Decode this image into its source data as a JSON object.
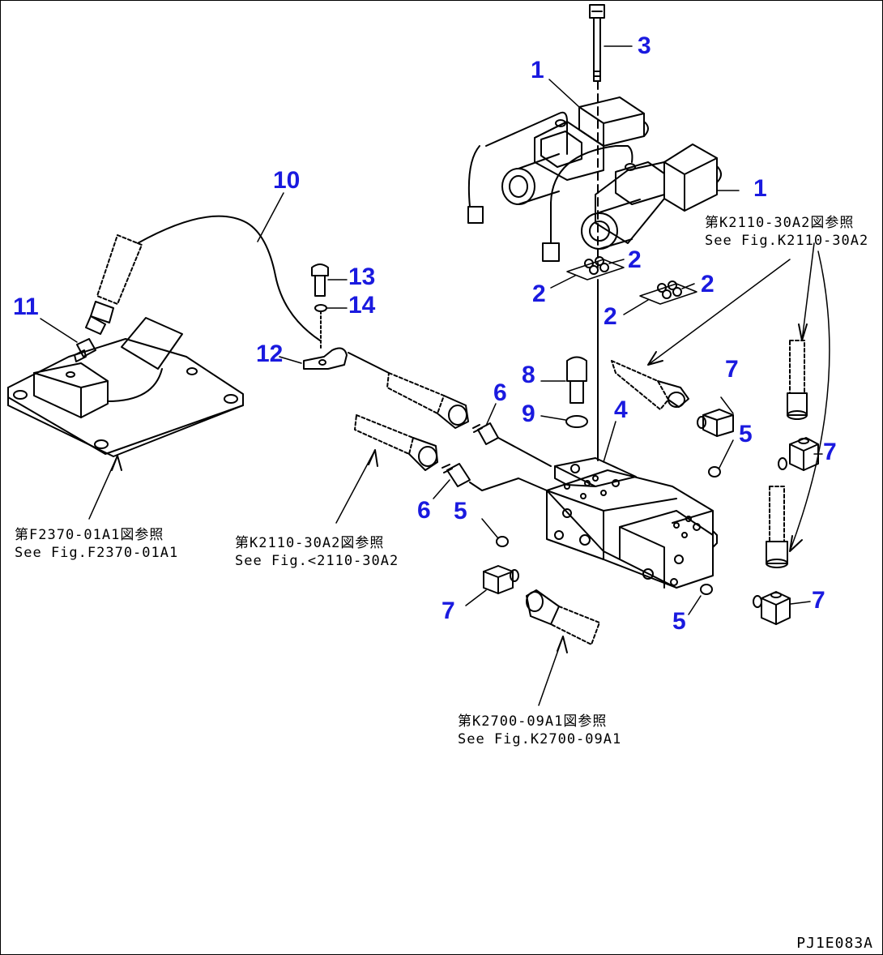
{
  "callouts": {
    "c1a": "1",
    "c1b": "1",
    "c2a": "2",
    "c2b": "2",
    "c2c": "2",
    "c2d": "2",
    "c3": "3",
    "c4": "4",
    "c5a": "5",
    "c5b": "5",
    "c5c": "5",
    "c6a": "6",
    "c6b": "6",
    "c7a": "7",
    "c7b": "7",
    "c7c": "7",
    "c7d": "7",
    "c8": "8",
    "c9": "9",
    "c10": "10",
    "c11": "11",
    "c12": "12",
    "c13": "13",
    "c14": "14"
  },
  "references": {
    "ref_top_right": {
      "jp": "第K2110-30A2図参照",
      "en": "See Fig.K2110-30A2"
    },
    "ref_left": {
      "jp": "第F2370-01A1図参照",
      "en": "See Fig.F2370-01A1"
    },
    "ref_mid": {
      "jp": "第K2110-30A2図参照",
      "en": "See Fig.<2110-30A2"
    },
    "ref_bottom": {
      "jp": "第K2700-09A1図参照",
      "en": "See Fig.K2700-09A1"
    }
  },
  "drawing_code": "PJ1E083A",
  "colors": {
    "callout": "#1a1adf",
    "line": "#000000"
  }
}
